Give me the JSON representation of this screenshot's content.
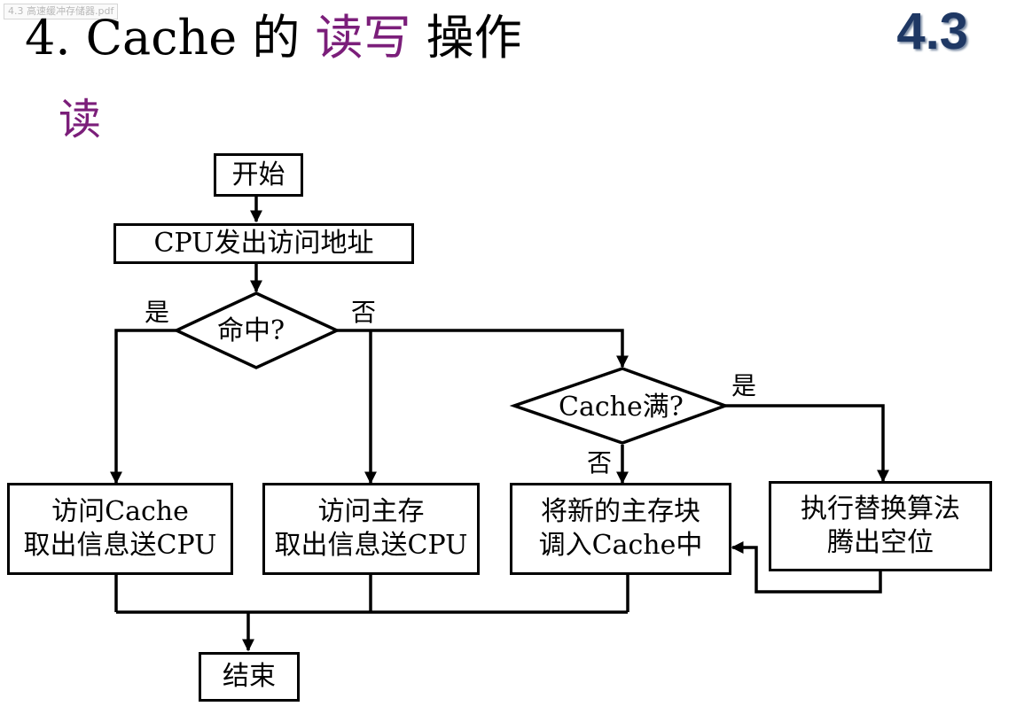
{
  "file_tag": "4.3 高速缓冲存储器.pdf",
  "title": {
    "prefix": "4. Cache 的 ",
    "accent": "读写",
    "suffix": " 操作"
  },
  "section_number": "4.3",
  "subheading": "读",
  "flowchart": {
    "start": "开始",
    "issue_address": "CPU发出访问地址",
    "hit_decision": "命中?",
    "hit_yes": "是",
    "hit_no": "否",
    "cache_full_decision": "Cache满?",
    "full_yes": "是",
    "full_no": "否",
    "read_cache": {
      "line1": "访问Cache",
      "line2": "取出信息送CPU"
    },
    "read_memory": {
      "line1": "访问主存",
      "line2": "取出信息送CPU"
    },
    "load_block": {
      "line1": "将新的主存块",
      "line2": "调入Cache中"
    },
    "replace": {
      "line1": "执行替换算法",
      "line2": "腾出空位"
    },
    "end": "结束"
  }
}
